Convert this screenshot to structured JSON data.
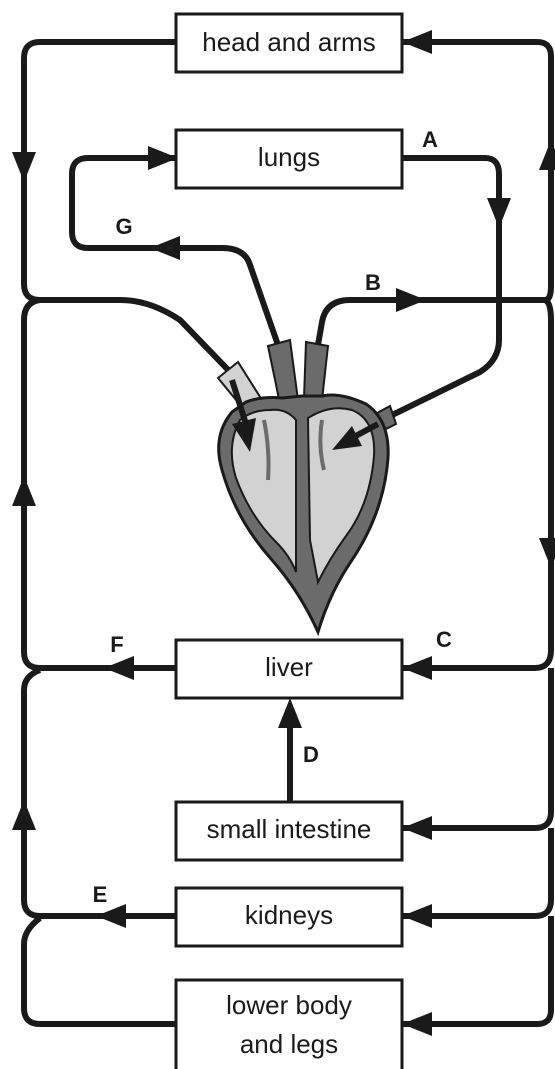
{
  "organs": {
    "head_and_arms": "head and arms",
    "lungs": "lungs",
    "liver": "liver",
    "small_intestine": "small intestine",
    "kidneys": "kidneys",
    "lower_body_line1": "lower body",
    "lower_body_line2": "and legs"
  },
  "labels": {
    "A": "A",
    "B": "B",
    "C": "C",
    "D": "D",
    "E": "E",
    "F": "F",
    "G": "G"
  },
  "colors": {
    "line": "#1a1a1a",
    "heart_outer": "#6b6b6b",
    "heart_inner": "#d2d2d2"
  }
}
